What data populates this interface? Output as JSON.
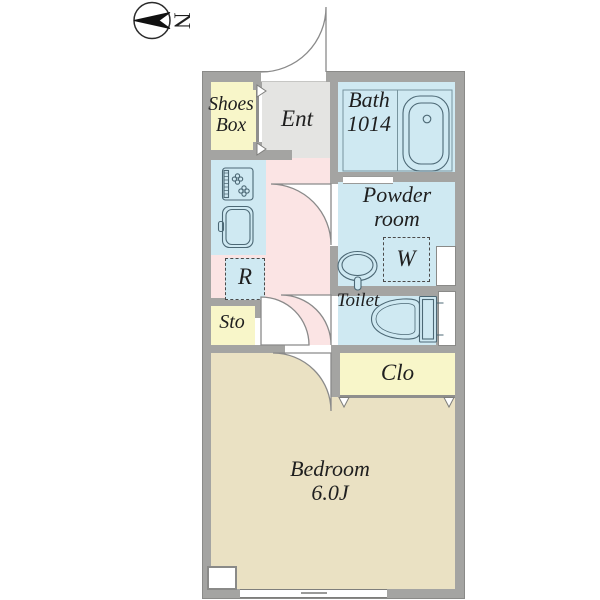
{
  "compass": {
    "north_label": "N"
  },
  "rooms": {
    "shoes_box": "Shoes Box",
    "entrance": "Ent",
    "bath": "Bath 1014",
    "powder_room": "Powder room",
    "washing_machine": "W",
    "refrigerator": "R",
    "storage": "Sto",
    "toilet": "Toilet",
    "closet": "Clo",
    "bedroom_name": "Bedroom",
    "bedroom_size": "6.0J"
  },
  "colors": {
    "wall": "#a4a4a2",
    "room-yellow": "#f8f6c9",
    "room-blue": "#cfe9f2",
    "room-pink": "#fbe4e4",
    "room-gray": "#e4e4e2",
    "room-beige": "#eae1c3",
    "fixture-line": "#4c6875",
    "door-line": "#8a8a8a",
    "text": "#1f1f1f"
  }
}
